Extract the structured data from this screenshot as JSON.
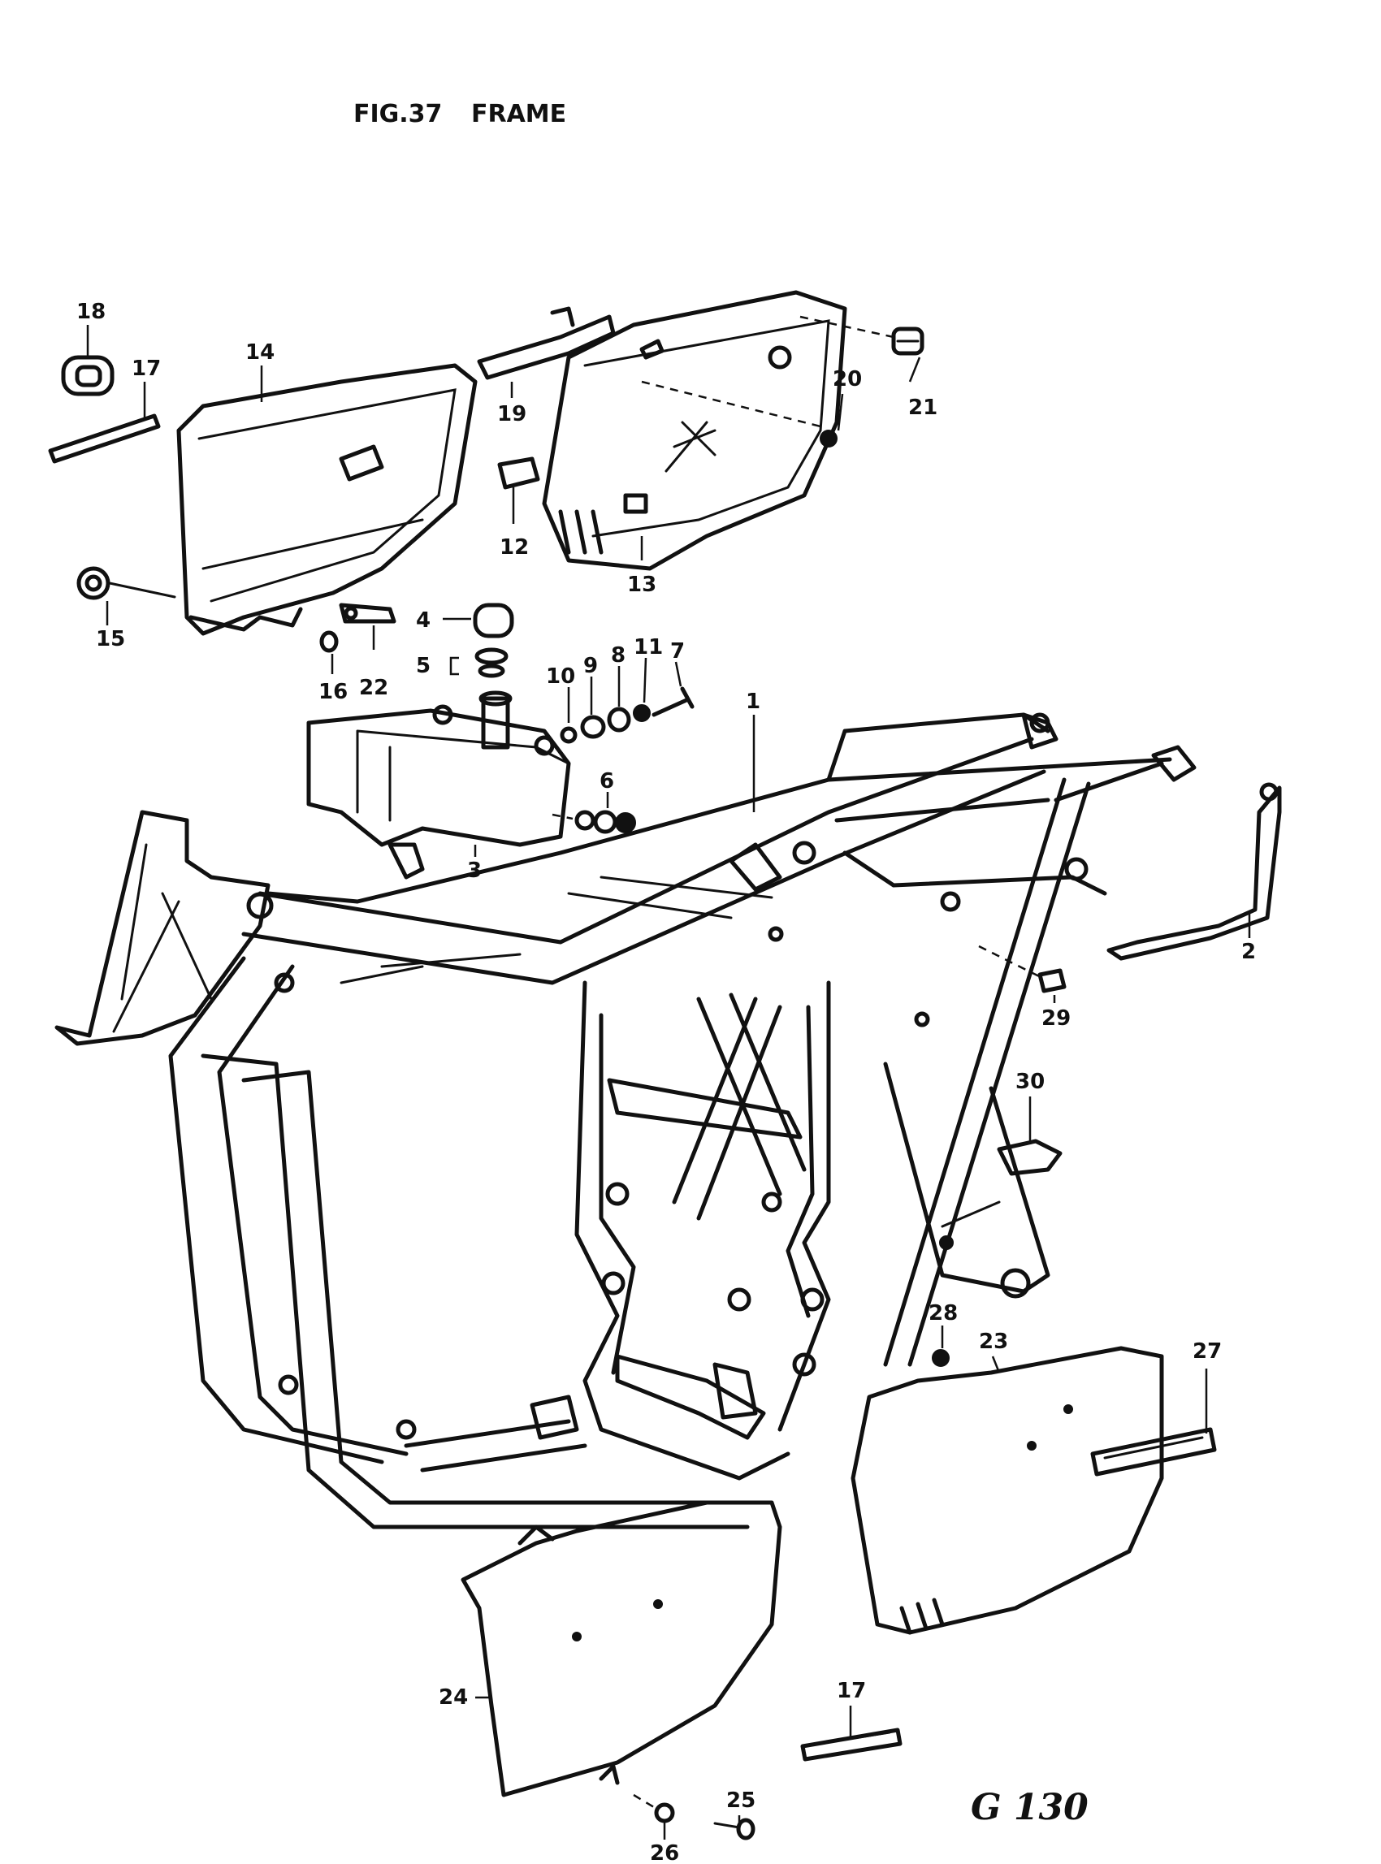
{
  "figure": {
    "number": "FIG.37",
    "name": "FRAME"
  },
  "page_code": "G 130",
  "callouts": {
    "c1": "1",
    "c2": "2",
    "c3": "3",
    "c4": "4",
    "c5": "5",
    "c6": "6",
    "c7": "7",
    "c8": "8",
    "c9": "9",
    "c10": "10",
    "c11": "11",
    "c12": "12",
    "c13": "13",
    "c14": "14",
    "c15": "15",
    "c16": "16",
    "c17": "17",
    "c17b": "17",
    "c18": "18",
    "c19": "19",
    "c20": "20",
    "c21": "21",
    "c22": "22",
    "c23": "23",
    "c24": "24",
    "c25": "25",
    "c26": "26",
    "c27": "27",
    "c28": "28",
    "c29": "29",
    "c30": "30"
  }
}
